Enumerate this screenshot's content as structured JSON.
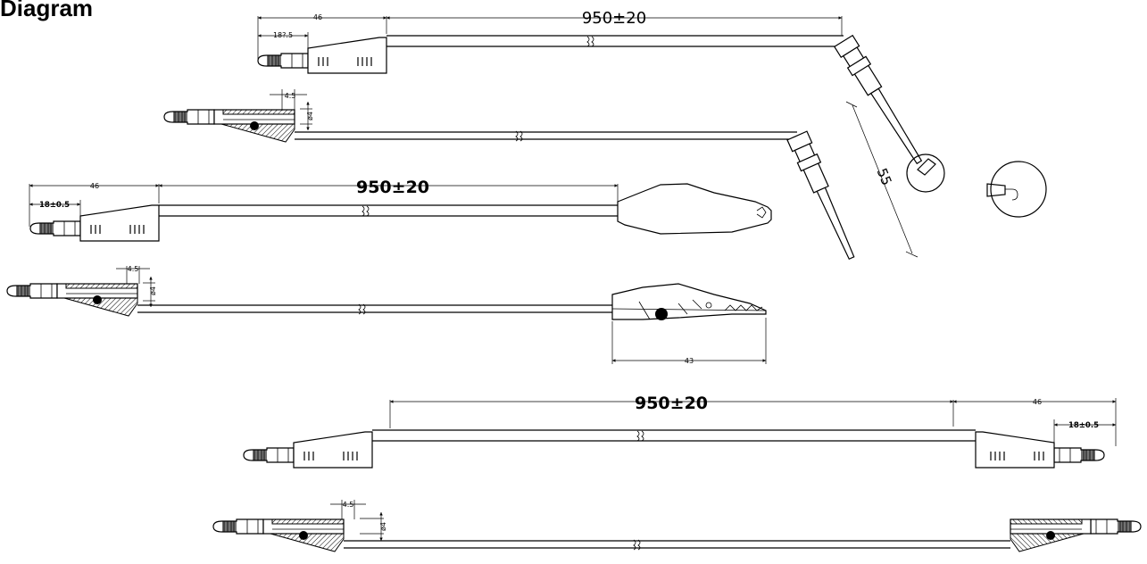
{
  "heading": "Diagram",
  "dims": {
    "d1_length": "950±20",
    "d1_plug": "46",
    "d1_pin": "18?.5",
    "d2_step": "4.5",
    "d2_dia": "ø4",
    "d2_hook": "55",
    "d3_length": "950±20",
    "d3_plug": "46",
    "d3_pin": "18±0.5",
    "d4_step": "4.5",
    "d4_dia": "ø4",
    "d4_clip": "43",
    "d5_length": "950±20",
    "d5_plug": "46",
    "d5_pin": "18±0.5",
    "d6_step": "4.5",
    "d6_dia": "ø4"
  }
}
